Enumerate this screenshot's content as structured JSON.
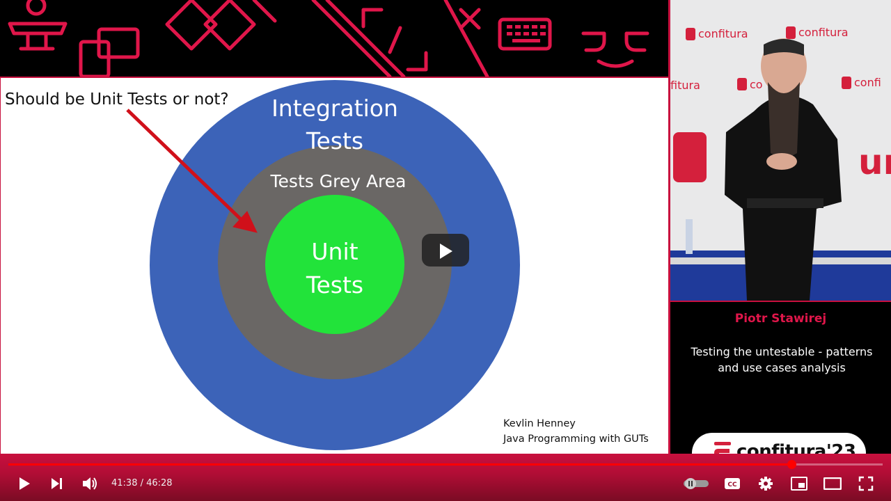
{
  "slide": {
    "question": "Should be Unit Tests or not?",
    "outer_label_line1": "Integration",
    "outer_label_line2": "Tests",
    "middle_label": "Tests Grey Area",
    "inner_label_line1": "Unit",
    "inner_label_line2": "Tests",
    "credit_line1": "Kevlin Henney",
    "credit_line2": "Java Programming with GUTs",
    "colors": {
      "outer": "#3c63b8",
      "middle": "#6a6765",
      "inner": "#22e33a",
      "arrow": "#d0101a"
    }
  },
  "camera": {
    "backdrop_brand": "confitura"
  },
  "speaker": {
    "name": "Piotr Stawirej",
    "talk_title": "Testing the untestable - patterns and use cases analysis"
  },
  "brand_badge": {
    "label": "confitura'23"
  },
  "player": {
    "current_time": "41:38",
    "duration": "46:28",
    "time_text": "41:38 / 46:28",
    "progress_fraction": 0.896,
    "accent": "#ff0000",
    "icons": [
      "play-icon",
      "next-icon",
      "volume-icon",
      "autoplay-toggle-icon",
      "captions-icon",
      "settings-icon",
      "miniplayer-icon",
      "theater-icon",
      "fullscreen-icon"
    ]
  }
}
